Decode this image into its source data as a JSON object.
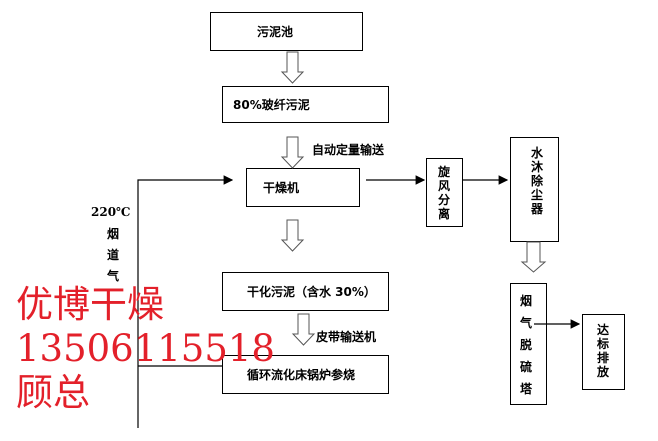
{
  "nodes": {
    "sludge_pool": "污泥池",
    "fiber_sludge": "80%玻纤污泥",
    "dryer": "干燥机",
    "dried_sludge": "干化污泥（含水 30%）",
    "boiler": "循环流化床锅炉参烧",
    "cyclone": "旋风分离",
    "scrubber": "水沐除尘器",
    "desulfurization": "烟气脱硫塔",
    "discharge": "达标排放"
  },
  "labels": {
    "auto_feed": "自动定量输送",
    "belt_conveyor": "皮带输送机",
    "temp": "220℃",
    "flue_gas": "烟道气"
  },
  "watermark": {
    "line1": "优博干燥",
    "line2": "13506115518",
    "line3": "顾总"
  }
}
